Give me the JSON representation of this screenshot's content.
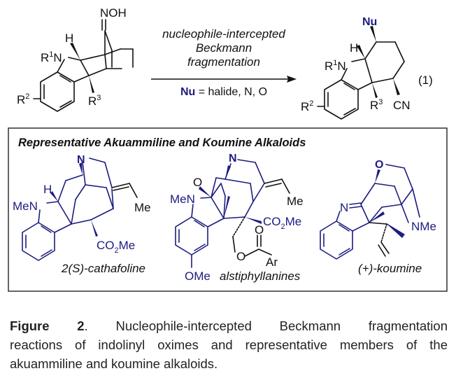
{
  "reaction": {
    "starting_material": {
      "labels": {
        "oxime": "NOH",
        "h": "H",
        "n": "N",
        "r1": "R",
        "r1_sup": "1",
        "r2": "R",
        "r2_sup": "2",
        "r3": "R",
        "r3_sup": "3"
      }
    },
    "arrow": {
      "above_line1": "nucleophile-intercepted",
      "above_line2": "Beckmann",
      "above_line3": "fragmentation",
      "below_nu": "Nu",
      "below_rest": " = halide, N, O"
    },
    "product": {
      "labels": {
        "nu": "Nu",
        "h": "H",
        "n": "N",
        "r1": "R",
        "r1_sup": "1",
        "r2": "R",
        "r2_sup": "2",
        "r3": "R",
        "r3_sup": "3",
        "cn": "CN"
      }
    },
    "equation_number": "(1)"
  },
  "box": {
    "title": "Representative Akuammiline and Koumine Alkaloids",
    "compounds": [
      {
        "name": "2(S)-cathafoline",
        "labels": {
          "n": "N",
          "h": "H",
          "men": "MeN",
          "me": "Me",
          "co2me_a": "CO",
          "co2me_sub": "2",
          "co2me_b": "Me"
        }
      },
      {
        "name": "alstiphyllanines",
        "labels": {
          "n": "N",
          "o": "O",
          "men": "MeN",
          "me": "Me",
          "co2me_a": "CO",
          "co2me_sub": "2",
          "co2me_b": "Me",
          "carbonyl_o": "O",
          "ester_o": "O",
          "ar": "Ar",
          "ome": "OMe"
        }
      },
      {
        "name": "(+)-koumine",
        "labels": {
          "o": "O",
          "n": "N",
          "nme": "NMe"
        }
      }
    ]
  },
  "caption": {
    "label": "Figure 2",
    "text_line1": ". Nucleophile-intercepted Beckmann fragmentation",
    "text_rest": "reactions of indolinyl oximes and representative members of the akuammiline and koumine alkaloids."
  },
  "colors": {
    "structure_blue": "#1c1c80",
    "text": "#111111"
  }
}
